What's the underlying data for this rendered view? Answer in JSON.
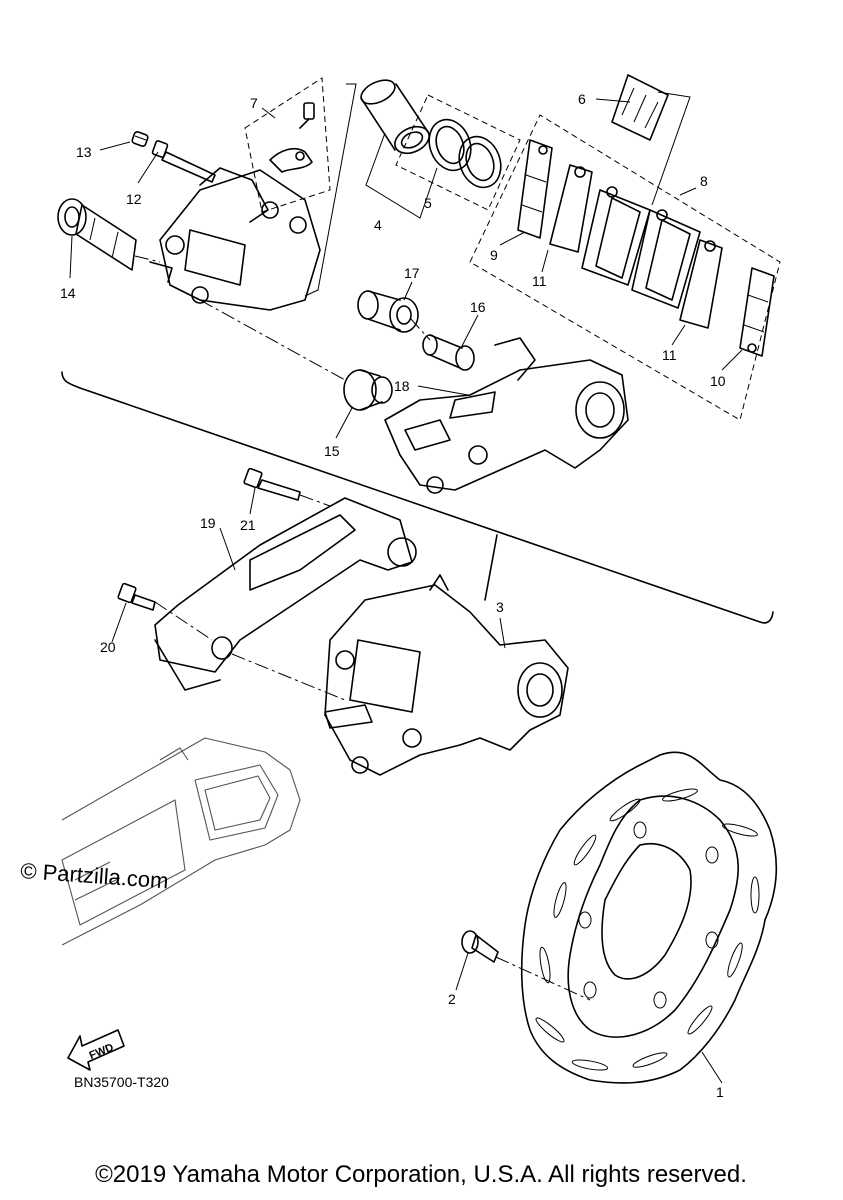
{
  "diagram": {
    "part_labels": {
      "p1": "1",
      "p2": "2",
      "p3": "3",
      "p4": "4",
      "p5": "5",
      "p6": "6",
      "p7": "7",
      "p8": "8",
      "p9": "9",
      "p10": "10",
      "p11a": "11",
      "p11b": "11",
      "p12": "12",
      "p13": "13",
      "p14": "14",
      "p15": "15",
      "p16": "16",
      "p17": "17",
      "p18": "18",
      "p19": "19",
      "p20": "20",
      "p21": "21"
    },
    "watermark": "© Partzilla.com",
    "fwd_label": "FWD",
    "diagram_code": "BN35700-T320",
    "copyright": "©2019 Yamaha Motor Corporation, U.S.A. All rights reserved."
  }
}
